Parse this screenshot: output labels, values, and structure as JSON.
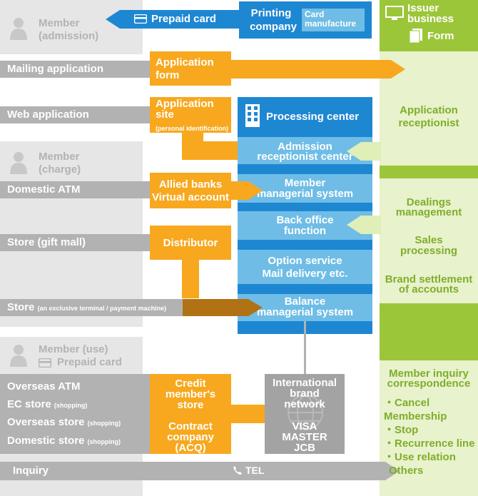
{
  "member_admission": {
    "title": "Member",
    "subtitle": "(admission)"
  },
  "member_charge": {
    "title": "Member",
    "subtitle": "(charge)"
  },
  "member_use": {
    "title": "Member (use)",
    "subtitle": "Prepaid card"
  },
  "prepaid_card": "Prepaid card",
  "printing_company": {
    "line1": "Printing",
    "line2": "company",
    "badge_line1": "Card",
    "badge_line2": "manufacture"
  },
  "issuer": {
    "line1": "Issuer",
    "line2": "business",
    "form": "Form"
  },
  "mailing_application": "Mailing application",
  "application_form": {
    "line1": "Application",
    "line2": "form"
  },
  "web_application": "Web application",
  "application_site": {
    "line1": "Application",
    "line2": "site",
    "note": "(personal identification)"
  },
  "processing_center": "Processing center",
  "admission_center": {
    "line1": "Admission",
    "line2": "receptionist center"
  },
  "member_managerial": {
    "line1": "Member",
    "line2": "managerial system"
  },
  "back_office": {
    "line1": "Back office",
    "line2": "function"
  },
  "option_service": {
    "line1": "Option service",
    "line2": "Mail delivery etc."
  },
  "balance_managerial": {
    "line1": "Balance",
    "line2": "managerial system"
  },
  "application_receptionist": {
    "line1": "Application",
    "line2": "receptionist"
  },
  "domestic_atm": "Domestic ATM",
  "allied_banks": {
    "line1": "Allied banks",
    "line2": "Virtual account"
  },
  "store_gift": "Store (gift mall)",
  "distributor": "Distributor",
  "store_terminal": {
    "label": "Store",
    "note": "(an exclusive terminal / payment machine)"
  },
  "dealings_management": {
    "line1": "Dealings",
    "line2": "management"
  },
  "sales_processing": {
    "line1": "Sales",
    "line2": "processing"
  },
  "brand_settlement": {
    "line1": "Brand settlement",
    "line2": "of accounts"
  },
  "overseas_atm": "Overseas ATM",
  "ec_store": {
    "label": "EC store",
    "note": "(shopping)"
  },
  "overseas_store": {
    "label": "Overseas store",
    "note": "(shopping)"
  },
  "domestic_store": {
    "label": "Domestic store",
    "note": "(shopping)"
  },
  "credit_member_store": {
    "line1": "Credit",
    "line2": "member's",
    "line3": "store"
  },
  "contract_company": {
    "line1": "Contract",
    "line2": "company",
    "line3": "(ACQ)"
  },
  "brand_network": {
    "line1": "International",
    "line2": "brand",
    "line3": "network",
    "b1": "VISA",
    "b2": "MASTER",
    "b3": "JCB"
  },
  "inquiry_correspondence": {
    "line1": "Member inquiry",
    "line2": "correspondence"
  },
  "inquiry_items": [
    "・Cancel",
    "Membership",
    "・Stop",
    "・Recurrence line",
    "・Use relation",
    "Others"
  ],
  "inquiry": "Inquiry",
  "tel": "TEL",
  "colors": {
    "orange": "#f7a81e",
    "blue": "#1e87d2",
    "light_blue": "#6fbde6",
    "green": "#9cc63a",
    "gray": "#b2b2b2"
  }
}
